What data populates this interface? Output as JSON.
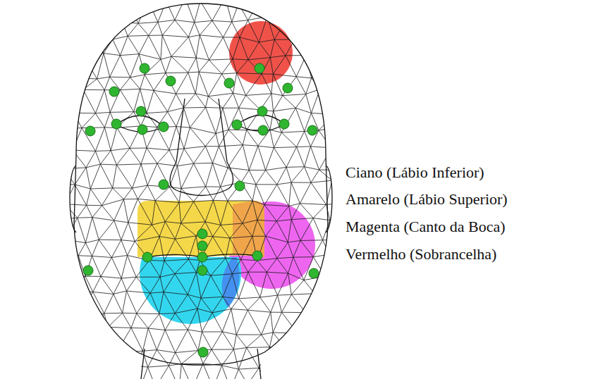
{
  "diagram": {
    "legend": [
      {
        "text": "Ciano (Lábio Inferior)"
      },
      {
        "text": "Amarelo (Lábio Superior)"
      },
      {
        "text": "Magenta (Canto da Boca)"
      },
      {
        "text": "Vermelho (Sobrancelha)"
      }
    ]
  }
}
